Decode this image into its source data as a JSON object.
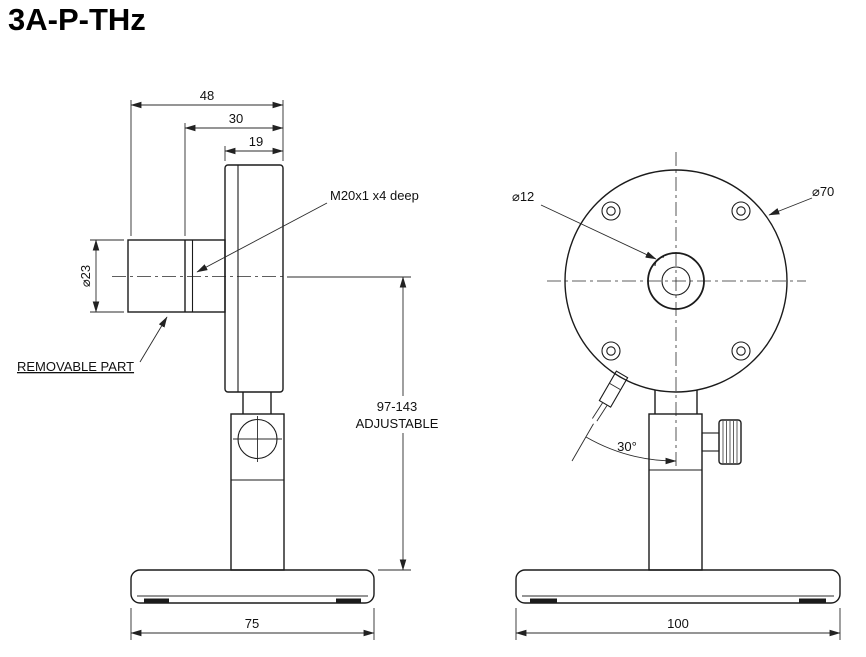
{
  "title": "3A-P-THz",
  "side_view": {
    "dim_depth_total": "48",
    "dim_depth_mid": "30",
    "dim_depth_head": "19",
    "dim_cylinder_diameter": "⌀23",
    "label_thread": "M20x1 x4 deep",
    "label_removable": "REMOVABLE PART",
    "dim_height_range": "97-143",
    "dim_height_note": "ADJUSTABLE",
    "dim_base_width": "75"
  },
  "front_view": {
    "dim_aperture": "⌀12",
    "dim_head_diameter": "⌀70",
    "dim_cable_angle": "30°",
    "dim_base_width": "100"
  }
}
